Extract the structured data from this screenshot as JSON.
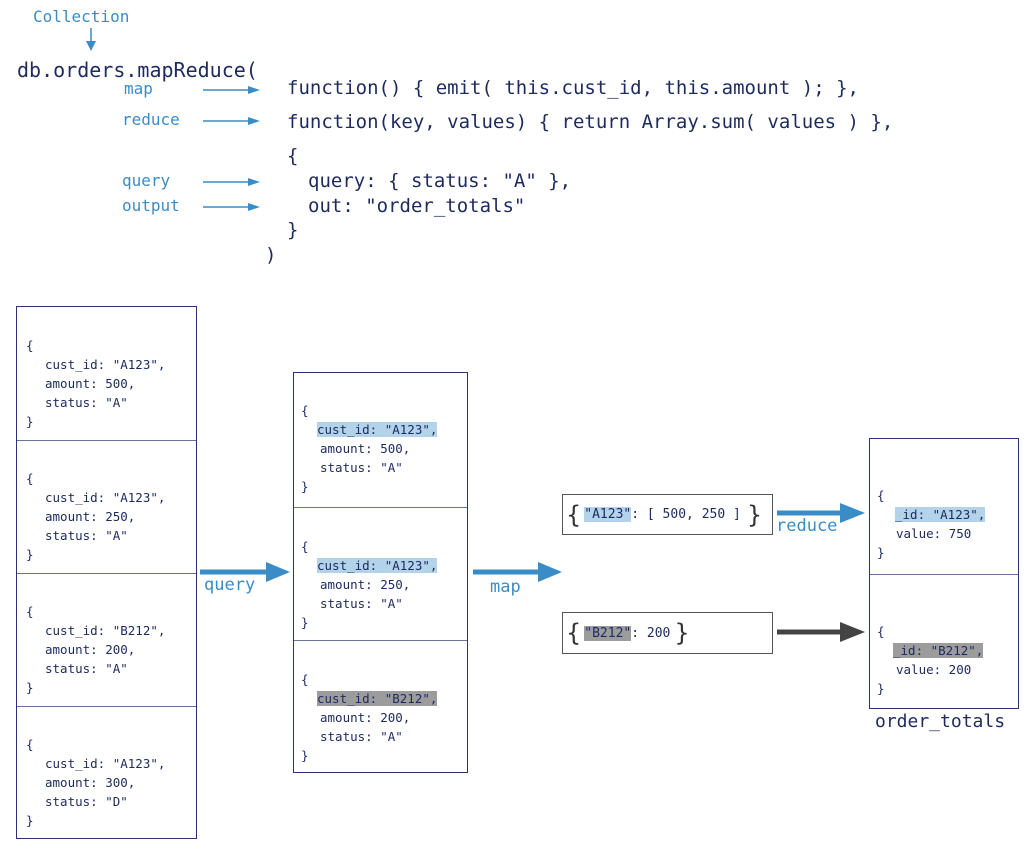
{
  "header": {
    "collection_label": "Collection",
    "call": "db.orders.mapReduce(",
    "close_paren": ")",
    "param_labels": {
      "map": "map",
      "reduce": "reduce",
      "query": "query",
      "output": "output"
    },
    "code_lines": {
      "map_fn": "function() { emit( this.cust_id, this.amount ); },",
      "reduce_fn": "function(key, values) { return Array.sum( values ) },",
      "open_brace": "{",
      "query_opt": "query: { status: \"A\" },",
      "out_opt": "out: \"order_totals\"",
      "close_brace": "}"
    }
  },
  "source_collection": {
    "documents": [
      {
        "open": "{",
        "cust_id": "cust_id: \"A123\",",
        "amount": "amount: 500,",
        "status": "status: \"A\"",
        "close": "}"
      },
      {
        "open": "{",
        "cust_id": "cust_id: \"A123\",",
        "amount": "amount: 250,",
        "status": "status: \"A\"",
        "close": "}"
      },
      {
        "open": "{",
        "cust_id": "cust_id: \"B212\",",
        "amount": "amount: 200,",
        "status": "status: \"A\"",
        "close": "}"
      },
      {
        "open": "{",
        "cust_id": "cust_id: \"A123\",",
        "amount": "amount: 300,",
        "status": "status: \"D\"",
        "close": "}"
      }
    ]
  },
  "query_stage": {
    "arrow_label": "query",
    "documents": [
      {
        "open": "{",
        "cust_id": "cust_id: \"A123\",",
        "amount": "amount: 500,",
        "status": "status: \"A\"",
        "close": "}",
        "highlight": "blue"
      },
      {
        "open": "{",
        "cust_id": "cust_id: \"A123\",",
        "amount": "amount: 250,",
        "status": "status: \"A\"",
        "close": "}",
        "highlight": "blue"
      },
      {
        "open": "{",
        "cust_id": "cust_id: \"B212\",",
        "amount": "amount: 200,",
        "status": "status: \"A\"",
        "close": "}",
        "highlight": "gray"
      }
    ]
  },
  "map_stage": {
    "arrow_label": "map",
    "groups": [
      {
        "key": "\"A123\"",
        "rest": ": [ 500, 250 ]",
        "highlight": "blue"
      },
      {
        "key": "\"B212\"",
        "rest": ": 200",
        "highlight": "gray"
      }
    ]
  },
  "reduce_stage": {
    "arrow_label": "reduce"
  },
  "output_collection": {
    "name": "order_totals",
    "documents": [
      {
        "open": "{",
        "id": "_id: \"A123\",",
        "value": "value: 750",
        "close": "}",
        "highlight": "blue"
      },
      {
        "open": "{",
        "id": "_id: \"B212\",",
        "value": "value: 200",
        "close": "}",
        "highlight": "gray"
      }
    ]
  },
  "colors": {
    "accent_blue": "#3a8cc6",
    "navy_text": "#1d2a5f",
    "highlight_blue": "#b3d3ea",
    "highlight_gray": "#9c9c9c",
    "dark_arrow": "#444444"
  }
}
